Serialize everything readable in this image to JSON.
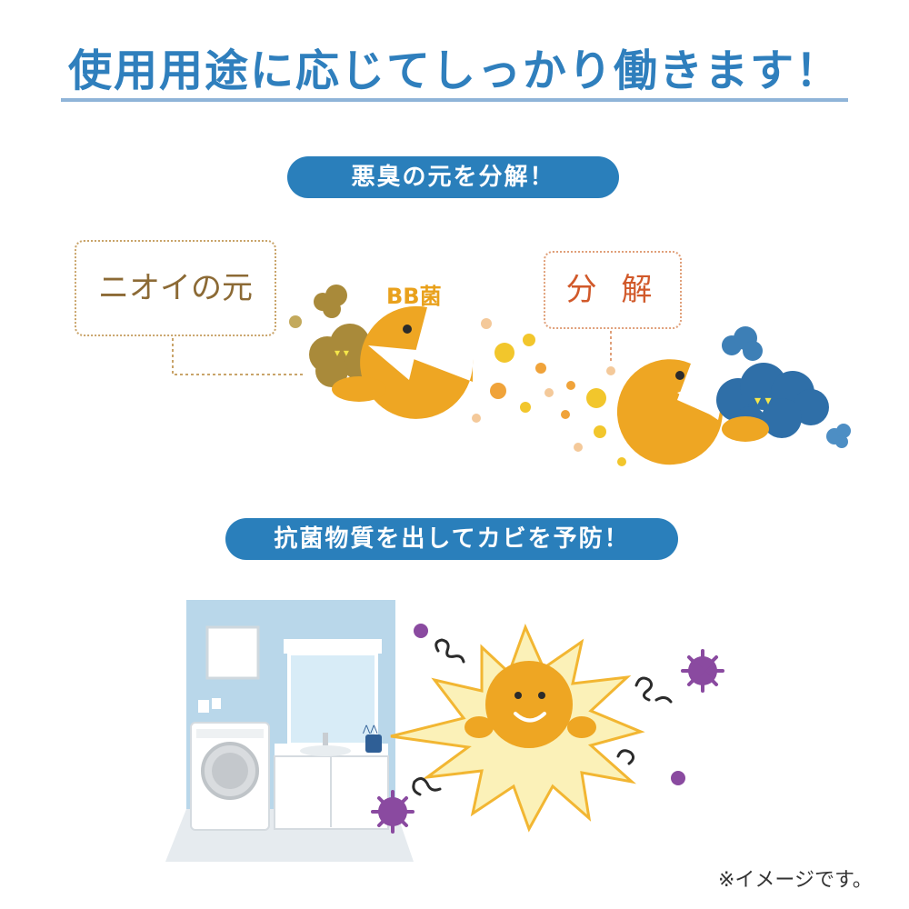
{
  "title": "使用用途に応じてしっかり働きます！",
  "section1": {
    "badge": "悪臭の元を分解！",
    "odor_label": "ニオイの元",
    "bacteria_label": "BB菌",
    "decompose_label": "分 解"
  },
  "section2": {
    "badge": "抗菌物質を出してカビを予防！"
  },
  "footnote": "※イメージです。",
  "colors": {
    "title": "#2f7fbd",
    "badge": "#2a7fbb",
    "bacteria": "#eea623",
    "odor_blob": "#a98a3a",
    "dirt_blob": "#2f6fa8",
    "mold": "#8a4aa0"
  }
}
